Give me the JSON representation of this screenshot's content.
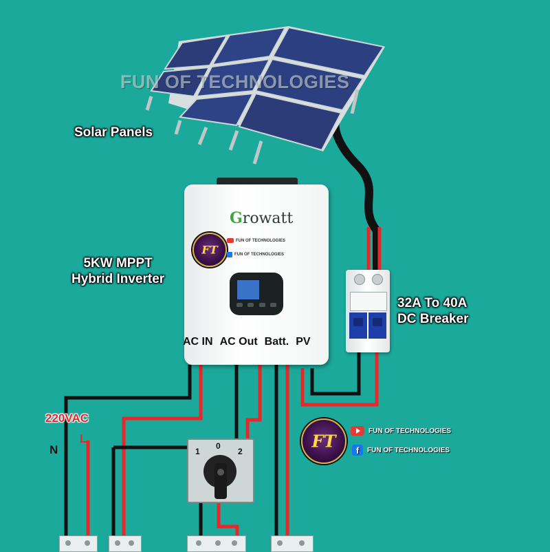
{
  "watermark": "FUN OF TECHNOLOGIES",
  "labels": {
    "solar_panels": "Solar Panels",
    "inverter_line1": "5KW MPPT",
    "inverter_line2": "Hybrid Inverter",
    "breaker_line1": "32A To 40A",
    "breaker_line2": "DC Breaker",
    "voltage": "220VAC",
    "neutral": "N",
    "live": "L"
  },
  "inverter": {
    "brand_first": "G",
    "brand_rest": "rowatt",
    "social_youtube": "FUN OF TECHNOLOGIES",
    "social_facebook": "FUN OF TECHNOLOGIES",
    "ports": [
      "AC IN",
      "AC Out",
      "Batt.",
      "PV"
    ]
  },
  "selector_switch": {
    "positions": [
      "1",
      "0",
      "2"
    ]
  },
  "logo_text": "FT",
  "social": {
    "youtube": "FUN OF TECHNOLOGIES",
    "facebook": "FUN OF TECHNOLOGIES"
  },
  "colors": {
    "background": "#1aa99b",
    "wire_live": "#e8272b",
    "wire_neutral": "#111111",
    "breaker_toggle": "#1e3fa8",
    "voltage_label": "#e8272b"
  }
}
